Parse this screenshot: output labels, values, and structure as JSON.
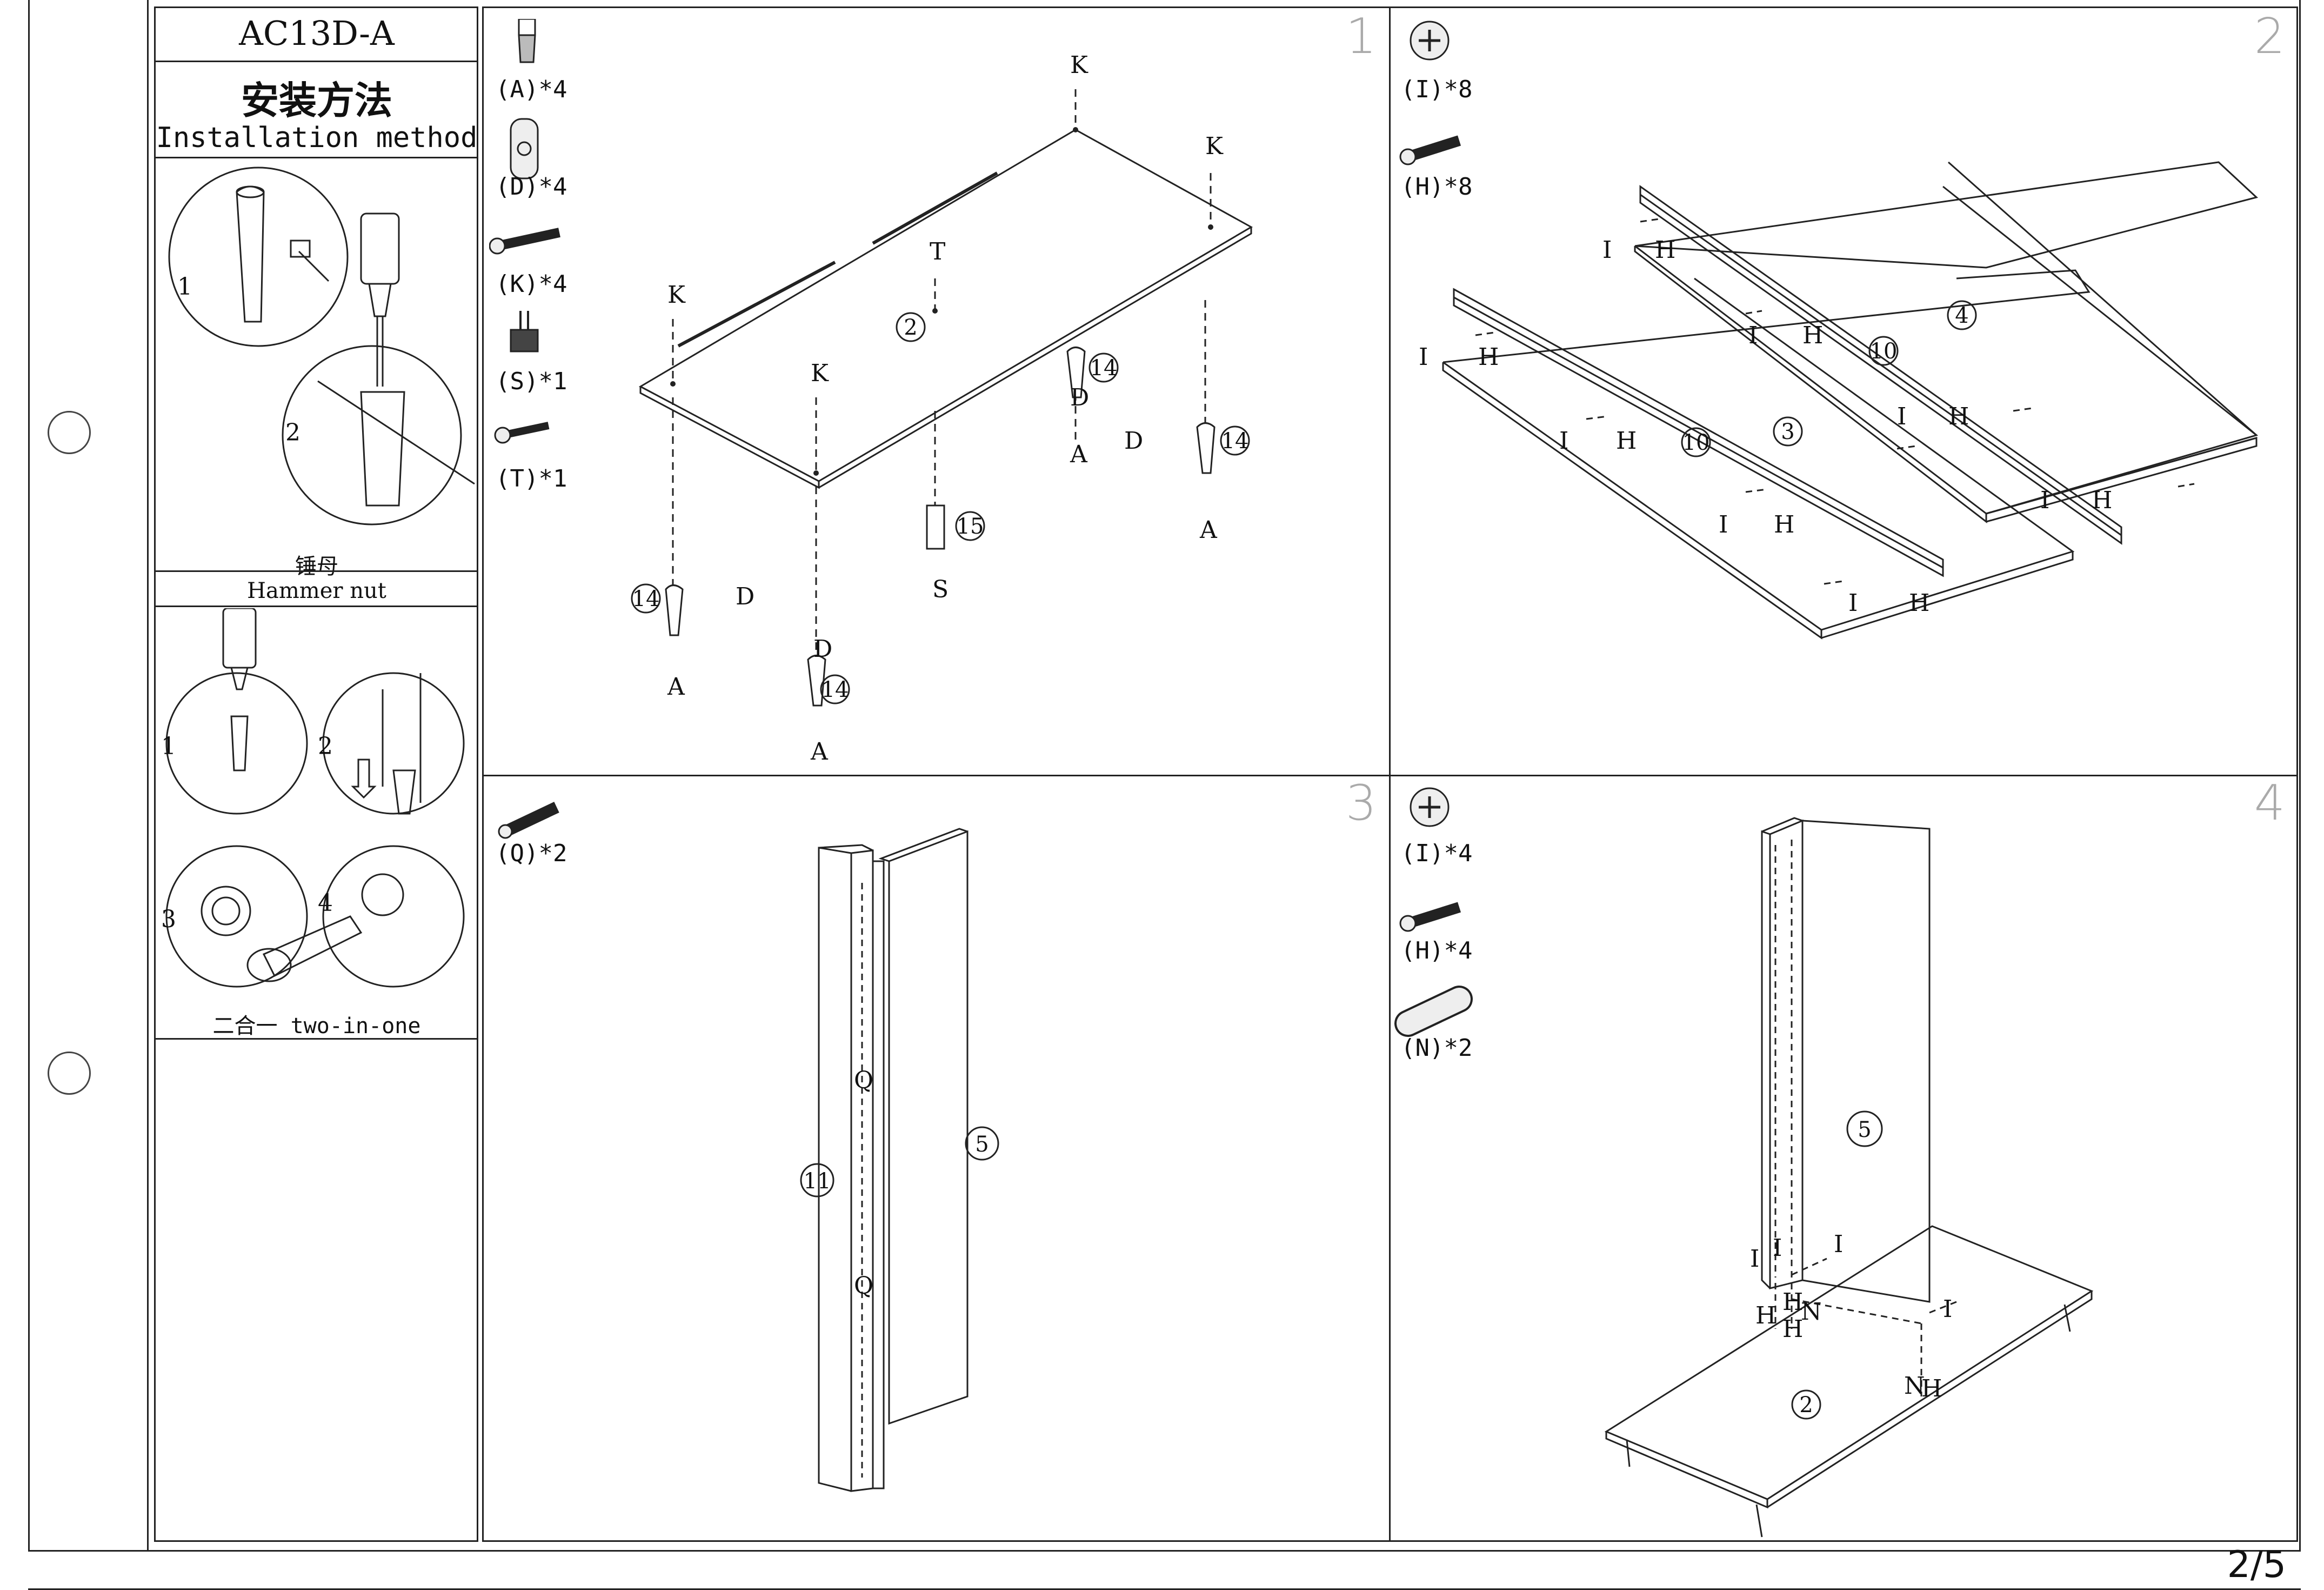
{
  "header": {
    "model": "AC13D-A",
    "method_cn": "安装方法",
    "method_en": "Installation method"
  },
  "sidebar": {
    "hammer_nut_cn": "锤母",
    "hammer_nut_en": "Hammer nut",
    "two_in_one": "二合一 two-in-one",
    "steps_a": [
      "1",
      "2"
    ],
    "steps_b": [
      "1",
      "2",
      "3",
      "4"
    ]
  },
  "panels": [
    {
      "step": "1",
      "hardware": [
        {
          "icon": "hex-bolt-icon",
          "label": "(A)*4"
        },
        {
          "icon": "barrel-nut-icon",
          "label": "(D)*4"
        },
        {
          "icon": "long-screw-icon",
          "label": "(K)*4"
        },
        {
          "icon": "knurled-screw-icon",
          "label": "(S)*1"
        },
        {
          "icon": "short-screw-icon",
          "label": "(T)*1"
        }
      ],
      "callouts": {
        "letters": [
          "K",
          "K",
          "T",
          "K",
          "K",
          "D",
          "A",
          "D",
          "A",
          "D",
          "A",
          "S",
          "D",
          "A"
        ],
        "parts": [
          "2",
          "14",
          "14",
          "14",
          "14",
          "15"
        ]
      }
    },
    {
      "step": "2",
      "hardware": [
        {
          "icon": "cam-lock-icon",
          "label": "(I)*8"
        },
        {
          "icon": "cam-bolt-icon",
          "label": "(H)*8"
        }
      ],
      "callouts": {
        "letters": [
          "I",
          "H",
          "I",
          "H",
          "I",
          "H",
          "I",
          "H",
          "I",
          "H",
          "I",
          "H",
          "I",
          "H",
          "I",
          "H"
        ],
        "parts": [
          "4",
          "10",
          "3",
          "10"
        ]
      }
    },
    {
      "step": "3",
      "hardware": [
        {
          "icon": "dowel-screw-icon",
          "label": "(Q)*2"
        }
      ],
      "callouts": {
        "letters": [
          "Q",
          "Q"
        ],
        "parts": [
          "11",
          "5"
        ]
      }
    },
    {
      "step": "4",
      "hardware": [
        {
          "icon": "cam-lock-icon",
          "label": "(I)*4"
        },
        {
          "icon": "cam-bolt-icon",
          "label": "(H)*4"
        },
        {
          "icon": "wood-dowel-icon",
          "label": "(N)*2"
        }
      ],
      "callouts": {
        "letters": [
          "I",
          "I",
          "I",
          "I",
          "H",
          "H",
          "H",
          "N",
          "N",
          "H"
        ],
        "parts": [
          "5",
          "2"
        ]
      }
    }
  ],
  "footer": {
    "page": "2/5"
  }
}
